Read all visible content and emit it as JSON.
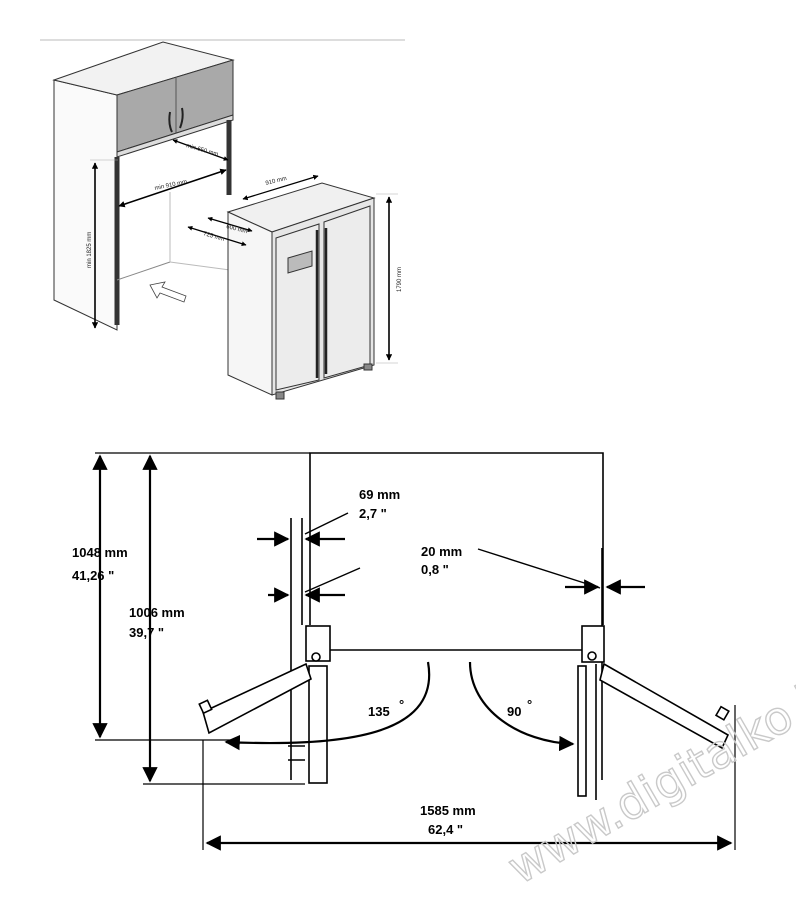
{
  "installation_view": {
    "niche_depth": "min.650 mm",
    "niche_width": "min  910 mm",
    "niche_height": "min 1825 mm",
    "fridge_width": "910 mm",
    "fridge_depth_600": "600 mm",
    "fridge_depth_725": "725 mm",
    "fridge_height": "1790 mm"
  },
  "door_view": {
    "depth_total_mm": "1048 mm",
    "depth_total_in": "41,26 \"",
    "depth_body_mm": "1006 mm",
    "depth_body_in": "39,7 \"",
    "left_gap_mm": "69 mm",
    "left_gap_in": "2,7 \"",
    "right_gap_mm": "20 mm",
    "right_gap_in": "0,8 \"",
    "left_angle": "135",
    "right_angle": "90",
    "degree_symbol": "°",
    "width_total_mm": "1585 mm",
    "width_total_in": "62,4 \""
  },
  "watermark": "www.digitalko.hu"
}
